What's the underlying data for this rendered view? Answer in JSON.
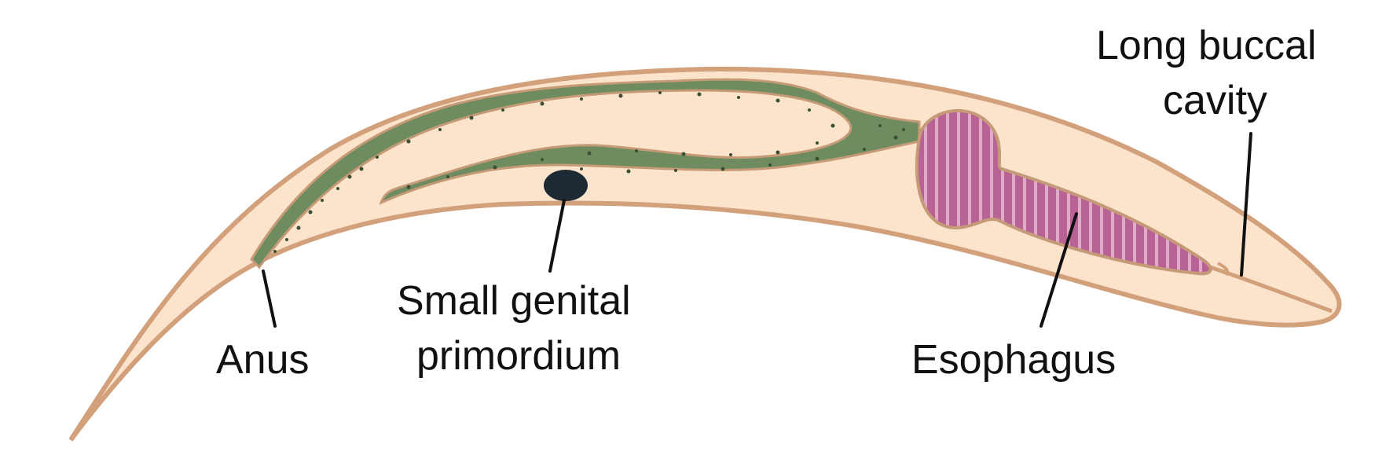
{
  "diagram": {
    "labels": {
      "anus": "Anus",
      "genital_line1": "Small genital",
      "genital_line2": "primordium",
      "esophagus": "Esophagus",
      "buccal_line1": "Long buccal",
      "buccal_line2": "cavity"
    },
    "colors": {
      "body_fill": "#FBE3CC",
      "body_outline": "#D2A07A",
      "intestine_fill": "#6E8C5F",
      "intestine_dots": "#3D4F33",
      "esophagus_fill": "#B86296",
      "esophagus_stripes": "#E2A9C8",
      "primordium_fill": "#1D2A33",
      "text": "#111111"
    }
  }
}
